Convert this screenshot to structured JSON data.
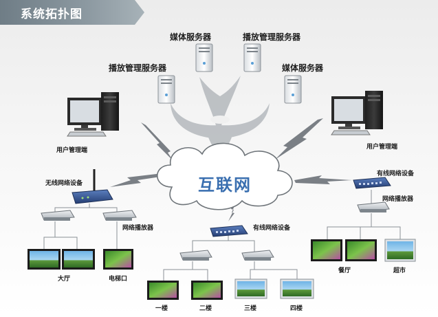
{
  "header": {
    "title": "系统拓扑图"
  },
  "cloud": {
    "label": "互联网"
  },
  "servers": {
    "media_left": "媒体服务器",
    "play_right": "播放管理服务器",
    "play_left": "播放管理服务器",
    "media_right": "媒体服务器"
  },
  "terminals": {
    "left": "用户管理端",
    "right": "用户管理端"
  },
  "left_branch": {
    "router": "无线网络设备",
    "player": "网络播放器",
    "screen_a": "大厅",
    "screen_b": "电梯口"
  },
  "center_branch": {
    "switch": "有线网络设备",
    "floor1": "一楼",
    "floor2": "二楼",
    "floor3": "三楼",
    "floor4": "四楼"
  },
  "right_branch": {
    "switch": "有线网络设备",
    "player": "网络播放器",
    "screen_a": "餐厅",
    "screen_b": "超市"
  },
  "colors": {
    "banner": "#7d8a93",
    "cloud_text": "#3a6fb0",
    "switch_blue": "#3a5fa0"
  }
}
